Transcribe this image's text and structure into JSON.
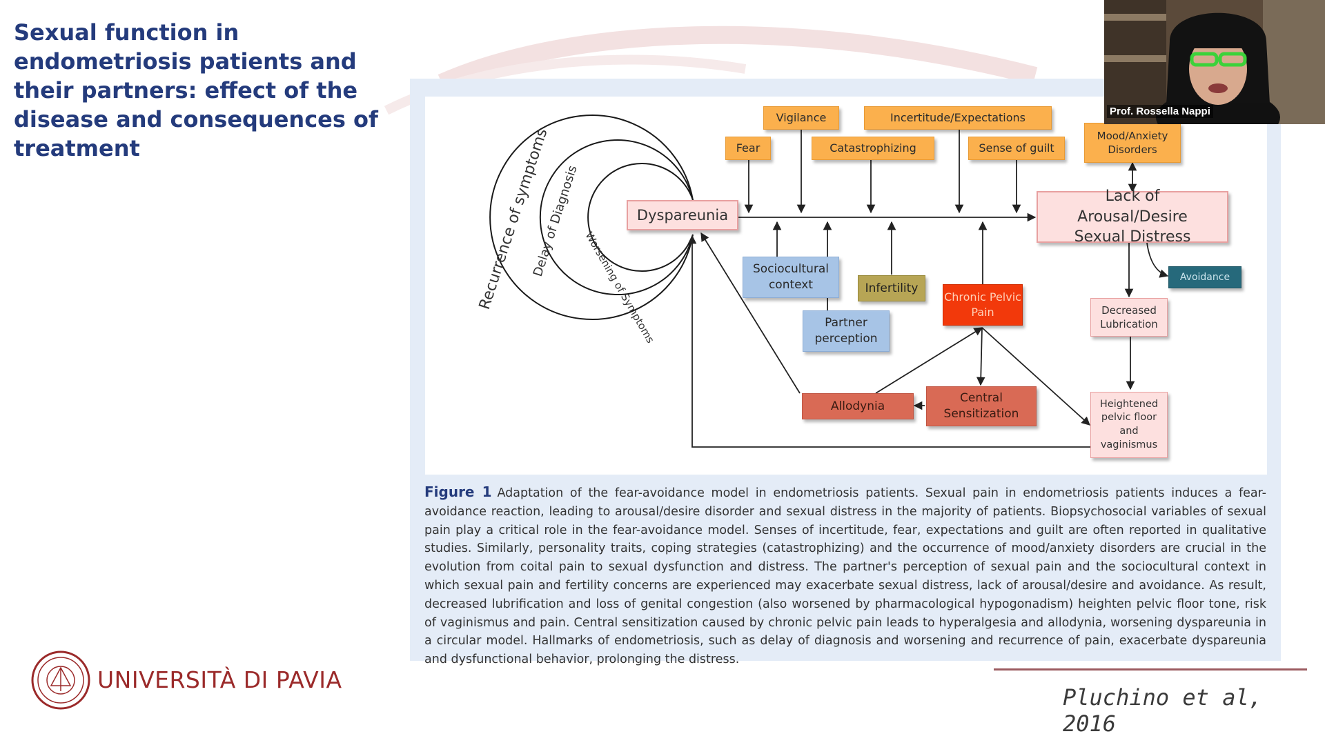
{
  "slide": {
    "title": "Sexual function in endometriosis patients and their partners: effect of the disease and consequences of treatment"
  },
  "webcam": {
    "speaker_name": "Prof. Rossella Nappi"
  },
  "figure": {
    "arcs": {
      "outer": "Recurrence of symptoms",
      "middle": "Delay of Diagnosis",
      "inner": "Worsening of Symptoms"
    },
    "nodes": {
      "vigilance": "Vigilance",
      "incertitude": "Incertitude/Expectations",
      "fear": "Fear",
      "catastrophizing": "Catastrophizing",
      "sense_of_guilt": "Sense of guilt",
      "mood_anxiety": "Mood/Anxiety Disorders",
      "dyspareunia": "Dyspareunia",
      "lack_arousal": "Lack of Arousal/Desire Sexual Distress",
      "sociocultural": "Sociocultural context",
      "infertility": "Infertility",
      "chronic_pelvic_pain": "Chronic Pelvic Pain",
      "partner_perception": "Partner perception",
      "avoidance": "Avoidance",
      "decreased_lubrication": "Decreased Lubrication",
      "allodynia": "Allodynia",
      "central_sensitization": "Central Sensitization",
      "heightened_pelvic_floor": "Heightened pelvic floor and vaginismus"
    },
    "caption_label": "Figure 1",
    "caption_text": "Adaptation of the fear-avoidance model in endometriosis patients. Sexual pain in endometriosis patients induces a fear-avoidance reaction, leading to arousal/desire disorder and sexual distress in the majority of patients. Biopsychosocial variables of sexual pain play a critical role in the fear-avoidance model. Senses of incertitude, fear, expectations and guilt are often reported in qualitative studies. Similarly, personality traits, coping strategies (catastrophizing) and the occurrence of mood/anxiety disorders are crucial in the evolution from coital pain to sexual dysfunction and distress. The partner's perception of sexual pain and the sociocultural context in which sexual pain and fertility concerns are experienced may exacerbate sexual distress, lack of arousal/desire and avoidance. As result, decreased lubrification and loss of genital congestion (also worsened by pharmacological hypogonadism) heighten pelvic floor tone, risk of vaginismus and pain. Central sensitization caused by chronic pelvic pain leads to hyperalgesia and allodynia, worsening dyspareunia in a circular model. Hallmarks of endometriosis, such as delay of diagnosis and worsening and recurrence of pain, exacerbate dyspareunia and dysfunctional behavior, prolonging the distress."
  },
  "footer": {
    "university": "UNIVERSITÀ DI PAVIA",
    "reference": "Pluchino et al, 2016"
  },
  "colors": {
    "title": "#243b7c",
    "orange_node": "#fbb04d",
    "red_node": "#f2390b",
    "coral_node": "#d96a55",
    "blue_node": "#a7c4e6",
    "olive_node": "#b7a555",
    "teal_node": "#26697b",
    "university": "#9b2a2a"
  },
  "icons": {
    "logo": "university-seal-icon"
  }
}
